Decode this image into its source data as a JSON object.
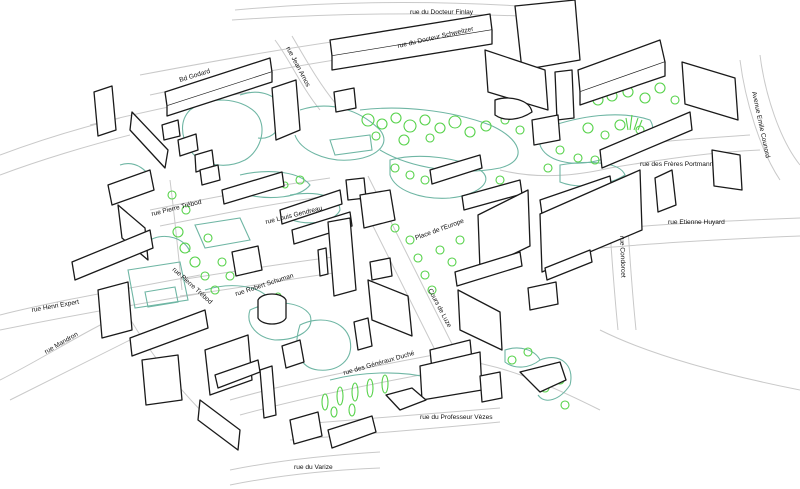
{
  "map": {
    "colors": {
      "buildings": "#1a1a1a",
      "streets": "#c9c9c9",
      "park_outlines": "#6fb6a4",
      "trees": "#56d24a"
    },
    "street_labels": {
      "docteur_finlay": "rue du Docteur Finlay",
      "docteur_schweitzer": "rue du Docteur Schweitzer",
      "bd_godard": "Bd Godard",
      "jean_arnos": "rue Jean Arnos",
      "emile_counord": "Avenue Emile Counord",
      "freres_portmann": "rue des Frères Portmann",
      "etienne_huyard": "rue Etienne Huyard",
      "condorcet": "rue Condorcet",
      "pierre_trebod": "rue Pierre Trébod",
      "louis_gendreau": "rue Louis Gendreau",
      "place_europe": "Place de l'Europe",
      "pierre_trebod_2": "rue Pierre Trébod",
      "robert_schuman": "rue Robert Schuman",
      "henri_expert": "rue Henri Expert",
      "mandron": "rue Mandron",
      "cours_de_luze": "Cours de Luze",
      "generaux_duche": "rue des Généraux Duché",
      "professeur_vezes": "rue du Professeur Vèzes",
      "varize": "rue du Varize"
    }
  }
}
